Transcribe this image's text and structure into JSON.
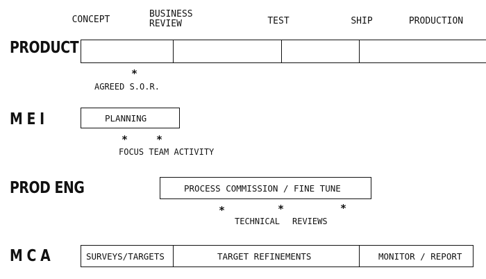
{
  "phases": [
    "CONCEPT",
    "BUSINESS\nREVIEW",
    "TEST",
    "SHIP",
    "PRODUCTION"
  ],
  "rows": {
    "product": {
      "label": "PRODUCT",
      "note": "AGREED S.O.R."
    },
    "mei": {
      "label": "M E I",
      "box": "PLANNING",
      "note": "FOCUS TEAM ACTIVITY"
    },
    "prod_eng": {
      "label": "PROD ENG",
      "box": "PROCESS COMMISSION / FINE TUNE",
      "note_a": "TECHNICAL",
      "note_b": "REVIEWS"
    },
    "mca": {
      "label": "M C A",
      "seg1": "SURVEYS/TARGETS",
      "seg2": "TARGET REFINEMENTS",
      "seg3": "MONITOR / REPORT"
    }
  },
  "star": "*"
}
